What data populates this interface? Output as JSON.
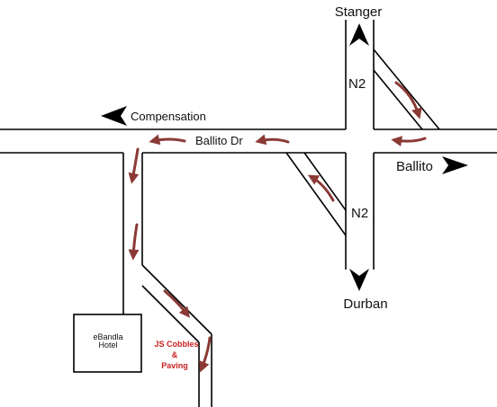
{
  "map": {
    "destinations": {
      "north": "Stanger",
      "south": "Durban",
      "east": "Ballito",
      "west": "Compensation"
    },
    "roads": {
      "main_road": "Ballito Dr",
      "highway_upper": "N2",
      "highway_lower": "N2"
    },
    "places": {
      "hotel_line1": "eBandla",
      "hotel_line2": "Hotel",
      "business_line1": "JS Cobbles",
      "business_line2": "&",
      "business_line3": "Paving"
    },
    "colors": {
      "road_line": "#000000",
      "route_arrow": "#8b3a35",
      "business_text": "#c8201e",
      "background": "#ffffff"
    },
    "icons": [
      "arrow-north-icon",
      "arrow-south-icon",
      "arrow-east-icon",
      "arrow-west-icon",
      "route-arrow-icon"
    ]
  }
}
